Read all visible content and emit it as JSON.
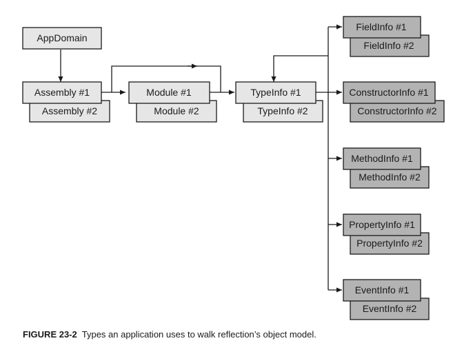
{
  "diagram": {
    "root": {
      "label": "AppDomain"
    },
    "chain": [
      {
        "primary": "Assembly #1",
        "secondary": "Assembly #2"
      },
      {
        "primary": "Module #1",
        "secondary": "Module #2"
      },
      {
        "primary": "TypeInfo #1",
        "secondary": "TypeInfo #2"
      }
    ],
    "members": [
      {
        "primary": "FieldInfo #1",
        "secondary": "FieldInfo #2"
      },
      {
        "primary": "ConstructorInfo #1",
        "secondary": "ConstructorInfo #2"
      },
      {
        "primary": "MethodInfo #1",
        "secondary": "MethodInfo #2"
      },
      {
        "primary": "PropertyInfo #1",
        "secondary": "PropertyInfo #2"
      },
      {
        "primary": "EventInfo #1",
        "secondary": "EventInfo #2"
      }
    ],
    "colors": {
      "light_box": "#e6e6e6",
      "member_box": "#b3b3b3",
      "stroke": "#1a1a1a"
    }
  },
  "caption": {
    "label": "FIGURE 23-2",
    "text": "Types an application uses to walk reflection’s object model."
  }
}
